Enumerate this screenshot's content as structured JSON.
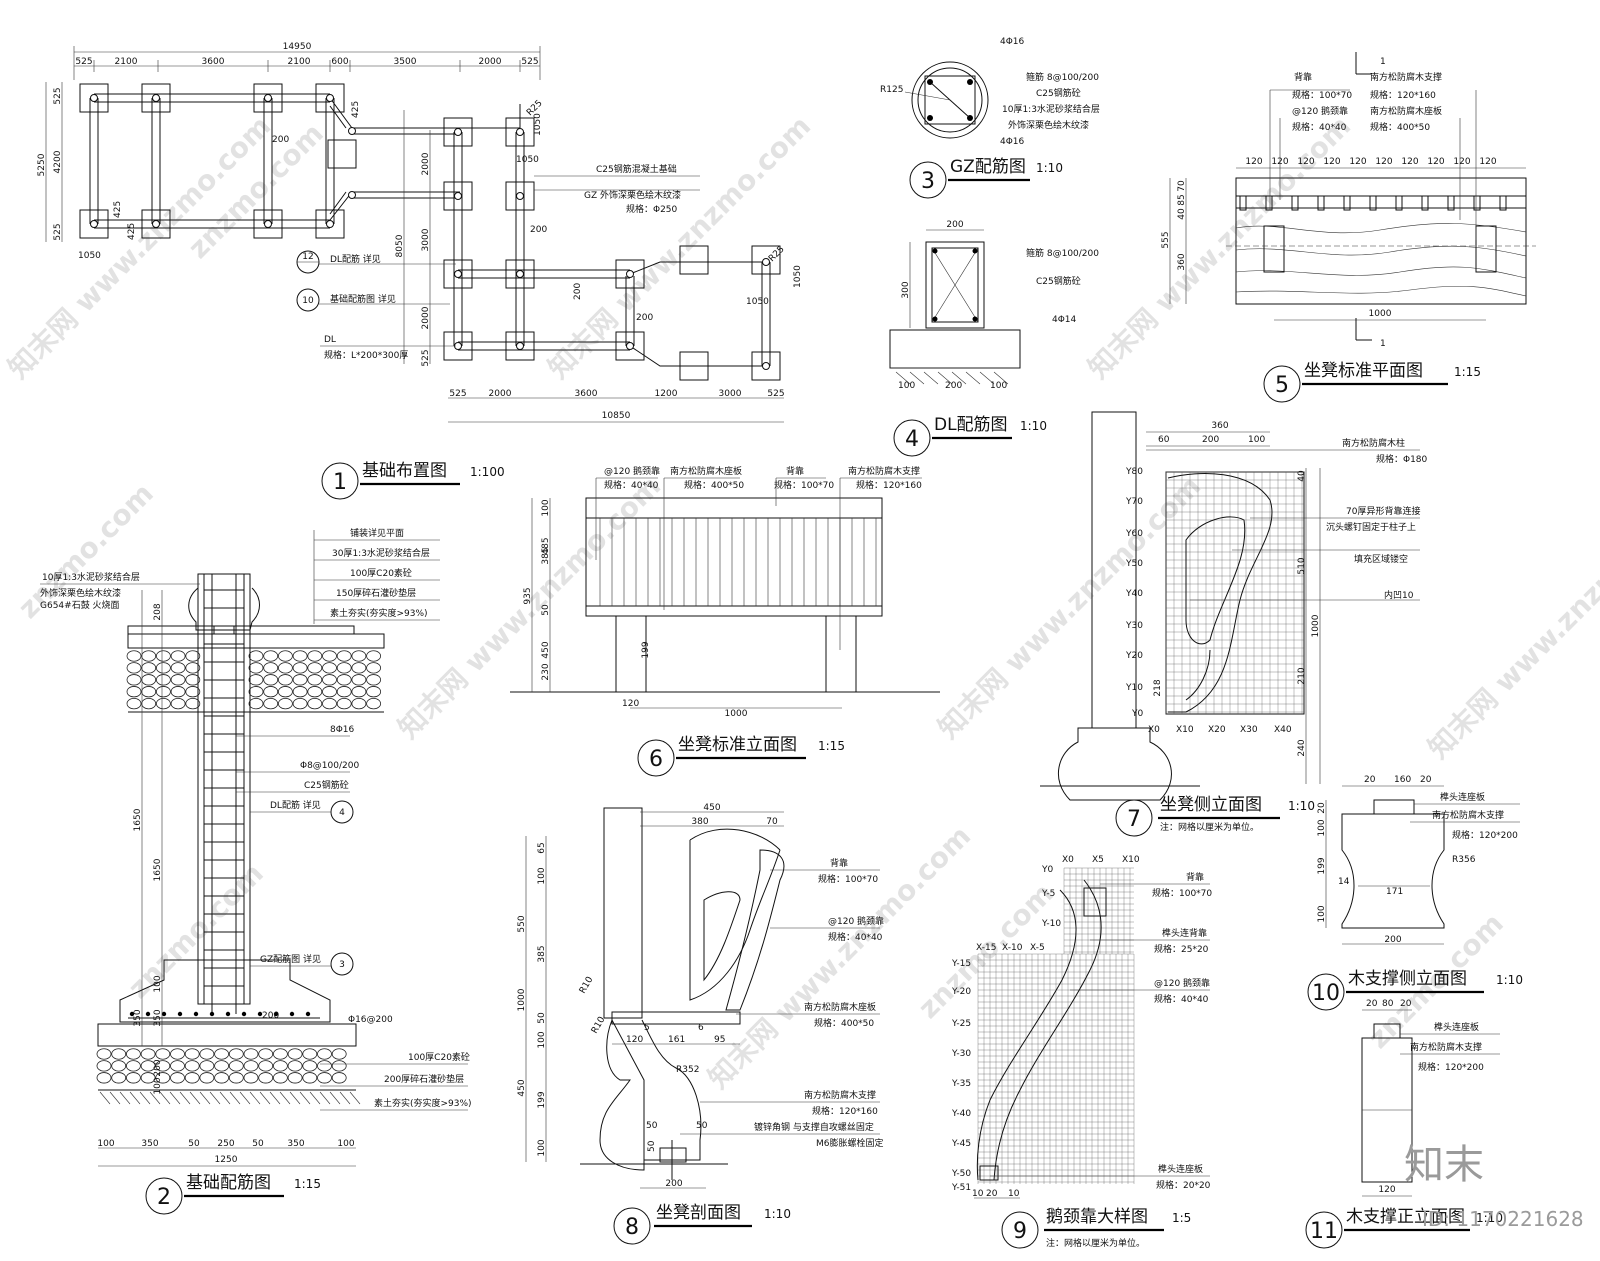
{
  "watermark": {
    "site": "znzmo.com",
    "cn": "知末网 www.znzmo.com",
    "brand": "知末",
    "id": "ID: 1170221628"
  },
  "drawings": [
    {
      "id": "1",
      "title": "基础布置图",
      "scale": "1:100"
    },
    {
      "id": "2",
      "title": "基础配筋图",
      "scale": "1:15"
    },
    {
      "id": "3",
      "title": "GZ配筋图",
      "scale": "1:10"
    },
    {
      "id": "4",
      "title": "DL配筋图",
      "scale": "1:10"
    },
    {
      "id": "5",
      "title": "坐凳标准平面图",
      "scale": "1:15"
    },
    {
      "id": "6",
      "title": "坐凳标准立面图",
      "scale": "1:15"
    },
    {
      "id": "7",
      "title": "坐凳侧立面图",
      "scale": "1:10",
      "note": "注：网格以厘米为单位。"
    },
    {
      "id": "8",
      "title": "坐凳剖面图",
      "scale": "1:10"
    },
    {
      "id": "9",
      "title": "鹅颈靠大样图",
      "scale": "1:5",
      "note": "注：网格以厘米为单位。"
    },
    {
      "id": "10",
      "title": "木支撑侧立面图",
      "scale": "1:10"
    },
    {
      "id": "11",
      "title": "木支撑正立面图",
      "scale": "1:10"
    }
  ],
  "d1": {
    "top_total": "14950",
    "top_dims": [
      "525",
      "2100",
      "3600",
      "2100",
      "600",
      "3500",
      "2000",
      "525"
    ],
    "left_dims": [
      "525",
      "4200",
      "525"
    ],
    "left_total": "5250",
    "mid_dims": [
      "2000",
      "3000",
      "2000",
      "525"
    ],
    "mid_total": "8050",
    "bot_dims": [
      "525",
      "2000",
      "3600",
      "1200",
      "3000",
      "525"
    ],
    "bot_total": "10850",
    "small_dims": [
      "1050",
      "1050",
      "1050",
      "1050",
      "200",
      "200",
      "200",
      "200",
      "425",
      "425",
      "1050",
      "425",
      "R25",
      "R25"
    ],
    "callout1": "C25钢筋混凝土基础",
    "callout2": "GZ 外饰深栗色绘木纹漆",
    "callout3": "规格：Φ250",
    "ref12": "12",
    "ref12_text": "DL配筋 详见",
    "ref10": "10",
    "ref10_text": "基础配筋图 详见",
    "dl": "DL",
    "dl_spec": "规格：L*200*300厚"
  },
  "d2": {
    "labels_right": [
      "铺装详见平面",
      "30厚1:3水泥砂浆结合层",
      "100厚C20素砼",
      "150厚碎石灌砂垫层",
      "素土夯实(夯实度>93%)"
    ],
    "labels_left": [
      "10厚1:3水泥砂浆结合层",
      "外饰深栗色绘木纹漆",
      "G654#石鼓 火烧面"
    ],
    "rebar1": "8Φ16",
    "rebar2": "Φ8@100/200",
    "rebar3": "C25钢筋砼",
    "rebar4": "DL配筋 详见",
    "ref4": "4",
    "gz": "GZ配筋图 详见",
    "ref3": "3",
    "rebar5": "Φ16@200",
    "base1": "100厚C20素砼",
    "base2": "200厚碎石灌砂垫层",
    "base3": "素土夯实(夯实度>93%)",
    "left_dims": [
      "208",
      "1650",
      "1650",
      "100",
      "350",
      "350",
      "200",
      "100"
    ],
    "bot_dims": [
      "100",
      "350",
      "50",
      "250",
      "50",
      "350",
      "100"
    ],
    "bot_total": "1250",
    "dim200": "200"
  },
  "d3": {
    "top": "4Φ16",
    "bot": "4Φ16",
    "r": "R125",
    "l1": "箍筋 8@100/200",
    "l2": "C25钢筋砼",
    "l3": "10厚1:3水泥砂浆结合层",
    "l4": "外饰深栗色绘木纹漆"
  },
  "d4": {
    "w": "200",
    "h": "300",
    "l1": "箍筋 8@100/200",
    "l2": "C25钢筋砼",
    "l3": "4Φ14",
    "b": [
      "100",
      "200",
      "100"
    ]
  },
  "d5": {
    "l1": "背靠",
    "l1s": "规格：100*70",
    "l2": "@120 鹅颈靠",
    "l2s": "规格：40*40",
    "r1": "南方松防腐木支撑",
    "r1s": "规格：120*160",
    "r2": "南方松防腐木座板",
    "r2s": "规格：400*50",
    "spacing": "120",
    "dims_left": [
      "70",
      "85",
      "40",
      "360"
    ],
    "total": "555",
    "width": "1000",
    "sec": "1"
  },
  "d6": {
    "labels": [
      "@120 鹅颈靠",
      "规格：40*40",
      "南方松防腐木座板",
      "规格：400*50",
      "背靠",
      "规格：100*70",
      "南方松防腐木支撑",
      "规格：120*160"
    ],
    "left_dims": [
      "100",
      "385",
      "50",
      "199",
      "230"
    ],
    "left_sub": [
      "485",
      "450"
    ],
    "total": "935",
    "bot": "1000",
    "bot2": "120"
  },
  "d7": {
    "top": [
      "360",
      "60",
      "200",
      "100"
    ],
    "ylabels": [
      "Y80",
      "Y70",
      "Y60",
      "Y50",
      "Y40",
      "Y30",
      "Y20",
      "Y10",
      "Y0"
    ],
    "xlabels": [
      "X0",
      "X10",
      "X20",
      "X30",
      "X40"
    ],
    "right_labels": [
      "南方松防腐木柱",
      "规格：Φ180",
      "70厚异形背靠连接",
      "沉头螺钉固定于柱子上",
      "填充区域镂空",
      "内凹10"
    ],
    "right_dims": [
      "40",
      "510",
      "1000",
      "210",
      "240"
    ],
    "dim218": "218"
  },
  "d8": {
    "top": [
      "450",
      "380",
      "70"
    ],
    "left": [
      "65",
      "100",
      "385",
      "550",
      "1000",
      "50",
      "100",
      "450",
      "199",
      "100"
    ],
    "labels": [
      "背靠",
      "规格：100*70",
      "@120 鹅颈靠",
      "规格：40*40",
      "南方松防腐木座板",
      "规格：400*50",
      "南方松防腐木支撑",
      "规格：120*160",
      "镀锌角钢 与支撑自攻螺丝固定",
      "M6膨胀螺栓固定"
    ],
    "dims": [
      "120",
      "161",
      "95",
      "5",
      "6",
      "R352",
      "R10",
      "R10",
      "50",
      "50",
      "50",
      "200"
    ]
  },
  "d9": {
    "top": [
      "X0",
      "X5",
      "X10"
    ],
    "mid": [
      "X-15",
      "X-10",
      "X-5"
    ],
    "y": [
      "Y0",
      "Y-5",
      "Y-10",
      "Y-15",
      "Y-20",
      "Y-25",
      "Y-30",
      "Y-35",
      "Y-40",
      "Y-45",
      "Y-50",
      "Y-51"
    ],
    "labels": [
      "背靠",
      "规格：100*70",
      "榫头连背靠",
      "规格：25*20",
      "@120 鹅颈靠",
      "规格：40*40",
      "榫头连座板",
      "规格：20*20"
    ],
    "bot": [
      "10",
      "20",
      "10"
    ]
  },
  "d10": {
    "top": [
      "20",
      "160",
      "20"
    ],
    "labels": [
      "榫头连座板",
      "南方松防腐木支撑",
      "规格：120*200"
    ],
    "left": [
      "100",
      "20",
      "199",
      "100",
      "14"
    ],
    "r": "R356",
    "in": "171",
    "bot": "200"
  },
  "d11": {
    "top": [
      "20",
      "80",
      "20"
    ],
    "labels": [
      "榫头连座板",
      "南方松防腐木支撑",
      "规格：120*200"
    ],
    "bot": "120"
  }
}
